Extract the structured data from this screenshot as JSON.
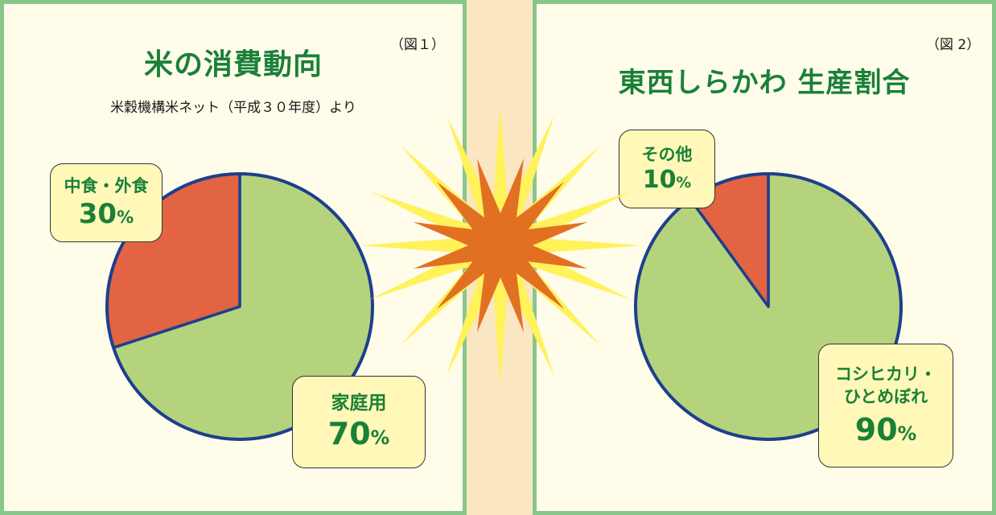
{
  "chart_data": [
    {
      "type": "pie",
      "figure_label": "（図１）",
      "title": "米の消費動向",
      "subtitle": "米穀機構米ネット（平成３０年度）より",
      "unit": "%",
      "slices": [
        {
          "label": "家庭用",
          "value": 70,
          "color": "#b4d37c"
        },
        {
          "label": "中食・外食",
          "value": 30,
          "color": "#e36442"
        }
      ]
    },
    {
      "type": "pie",
      "figure_label": "（図 2）",
      "title": "東西しらかわ 生産割合",
      "subtitle": "",
      "unit": "%",
      "slices": [
        {
          "label": "コシヒカリ・ひとめぼれ",
          "label_lines": [
            "コシヒカリ・",
            "ひとめぼれ"
          ],
          "value": 90,
          "color": "#b4d37c"
        },
        {
          "label": "その他",
          "value": 10,
          "color": "#e36442"
        }
      ]
    }
  ],
  "colors": {
    "outline": "#1d3f8e",
    "title": "#1a8038",
    "callout_bg": "#fff8b8",
    "panel_border": "#88c68a",
    "burst_outer": "#fff25a",
    "burst_inner": "#e27023"
  }
}
